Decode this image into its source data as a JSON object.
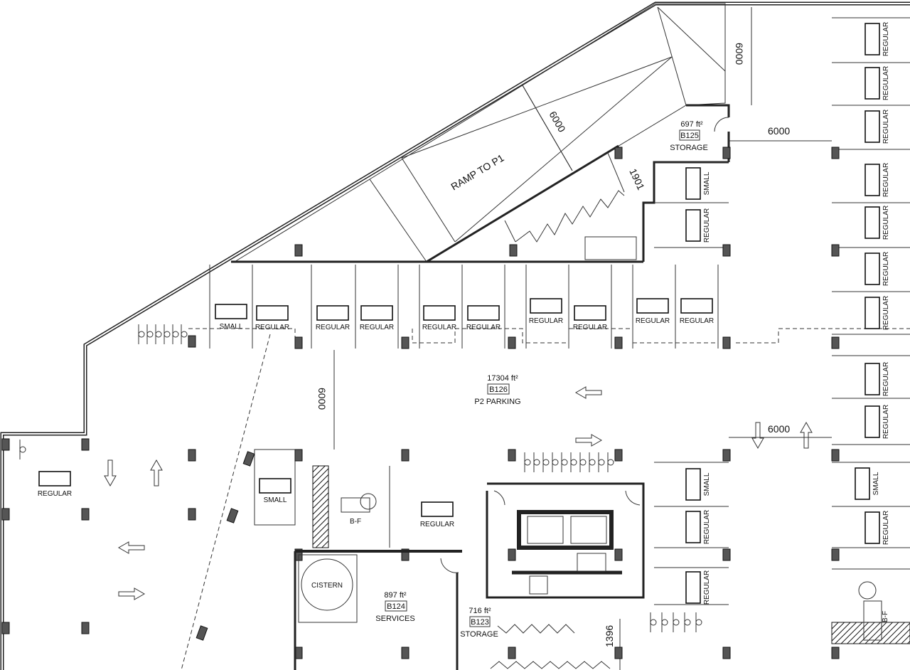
{
  "ramp": {
    "label": "RAMP TO P1",
    "width_dim": "6000"
  },
  "rooms": {
    "parking": {
      "area": "17304 ft²",
      "id": "B126",
      "name": "P2 PARKING"
    },
    "storage_125": {
      "area": "697 ft²",
      "id": "B125",
      "name": "STORAGE"
    },
    "services": {
      "area": "897 ft²",
      "id": "B124",
      "name": "SERVICES"
    },
    "storage_123": {
      "area": "716 ft²",
      "id": "B123",
      "name": "STORAGE"
    }
  },
  "equipment": {
    "cistern": "CISTERN",
    "bf_left": "B-F",
    "bf_right": "B-F"
  },
  "dimensions": {
    "ramp_top": "6000",
    "aisle_top_right": "6000",
    "aisle_left": "6000",
    "aisle_right": "6000",
    "stair": "1901",
    "core": "1396"
  },
  "stalls": {
    "top_row": [
      "SMALL",
      "REGULAR",
      "REGULAR",
      "REGULAR",
      "REGULAR",
      "REGULAR",
      "REGULAR",
      "REGULAR",
      "REGULAR",
      "REGULAR"
    ],
    "right_column": [
      "REGULAR",
      "REGULAR",
      "REGULAR",
      "REGULAR",
      "REGULAR",
      "REGULAR",
      "REGULAR",
      "REGULAR",
      "REGULAR",
      "SMALL",
      "REGULAR"
    ],
    "middle_column": [
      "SMALL",
      "REGULAR",
      "SMALL",
      "REGULAR",
      "REGULAR"
    ],
    "left_area": [
      "REGULAR",
      "SMALL",
      "REGULAR"
    ]
  },
  "colors": {
    "line": "#222222",
    "column_fill": "#555555"
  }
}
